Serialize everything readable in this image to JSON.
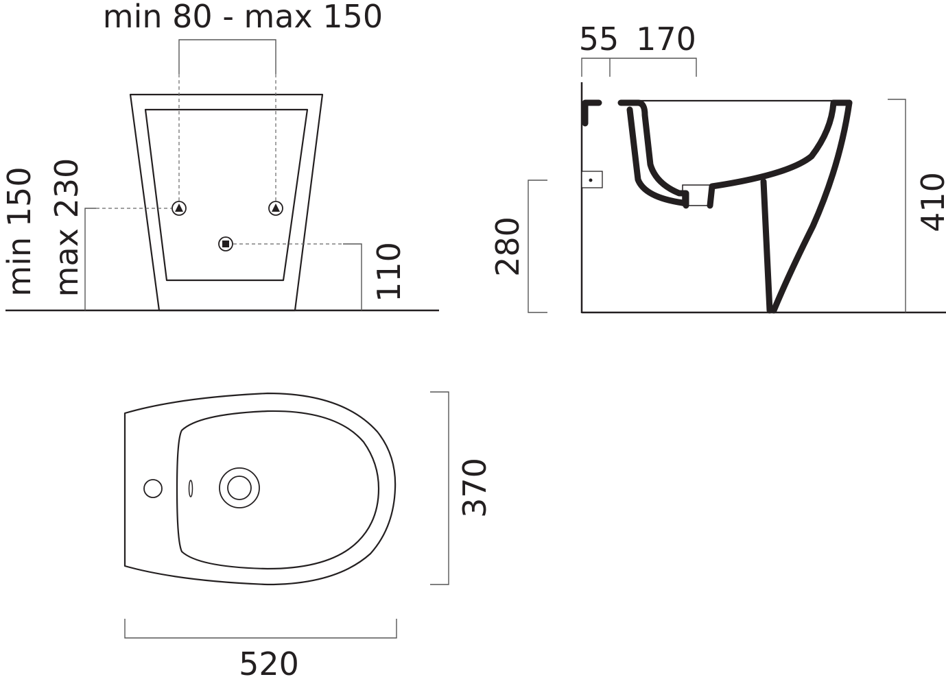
{
  "front_view": {
    "label_spacing": "min 80 - max 150",
    "label_height_min": "min 150",
    "label_height_max": "max 230",
    "label_drain": "110",
    "icons": [
      "inlet-triangle-icon",
      "inlet-triangle-icon",
      "drain-square-icon"
    ]
  },
  "side_view": {
    "label_offset": "55",
    "label_depth": "170",
    "label_inlet_height": "280",
    "label_total_height": "410"
  },
  "top_view": {
    "label_width": "520",
    "label_length": "370"
  },
  "colors": {
    "ink": "#231f20",
    "dimension": "#555555",
    "background": "#ffffff"
  }
}
